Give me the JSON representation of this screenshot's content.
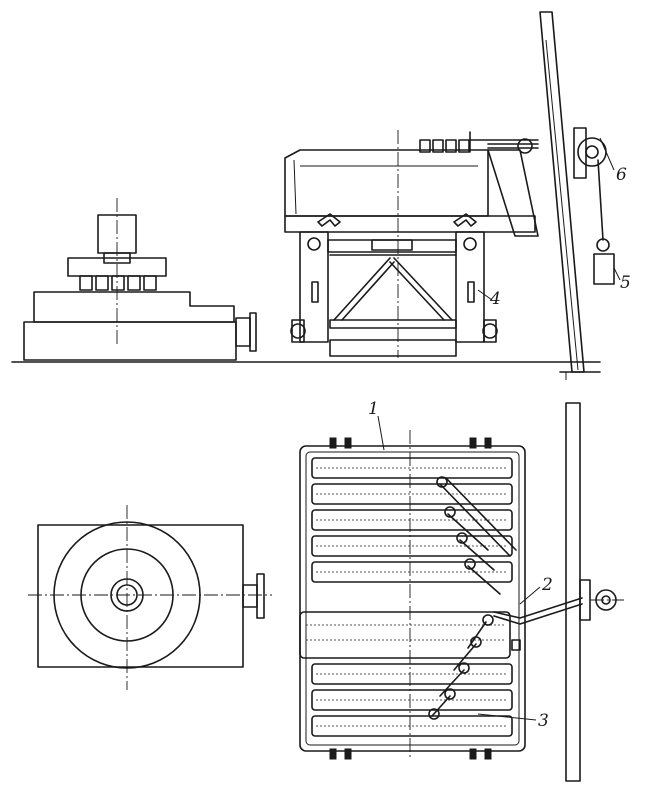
{
  "callouts": [
    {
      "id": "c1",
      "text": "1"
    },
    {
      "id": "c2",
      "text": "2"
    },
    {
      "id": "c3",
      "text": "3"
    },
    {
      "id": "c4",
      "text": "4"
    },
    {
      "id": "c5",
      "text": "5"
    },
    {
      "id": "c6",
      "text": "6"
    }
  ],
  "colors": {
    "ink": "#1a1a1a",
    "paper": "#ffffff"
  }
}
